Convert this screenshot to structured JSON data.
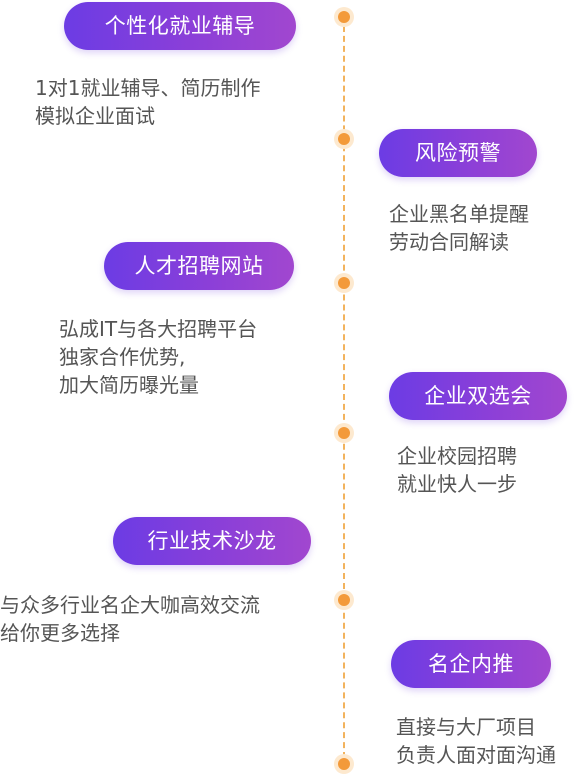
{
  "colors": {
    "accent_gradient_start": "#6c3ce4",
    "accent_gradient_end": "#a147cf",
    "node_color": "#f39a3a",
    "line_color": "#f2b35d",
    "text_color": "#555555"
  },
  "items": [
    {
      "title": "个性化就业辅导",
      "lines": [
        "1对1就业辅导、简历制作",
        "模拟企业面试"
      ]
    },
    {
      "title": "风险预警",
      "lines": [
        "企业黑名单提醒",
        "劳动合同解读"
      ]
    },
    {
      "title": "人才招聘网站",
      "lines": [
        "弘成IT与各大招聘平台",
        "独家合作优势,",
        "加大简历曝光量"
      ]
    },
    {
      "title": "企业双选会",
      "lines": [
        "企业校园招聘",
        "就业快人一步"
      ]
    },
    {
      "title": "行业技术沙龙",
      "lines": [
        "与众多行业名企大咖高效交流",
        "给你更多选择"
      ]
    },
    {
      "title": "名企内推",
      "lines": [
        "直接与大厂项目",
        "负责人面对面沟通"
      ]
    }
  ]
}
